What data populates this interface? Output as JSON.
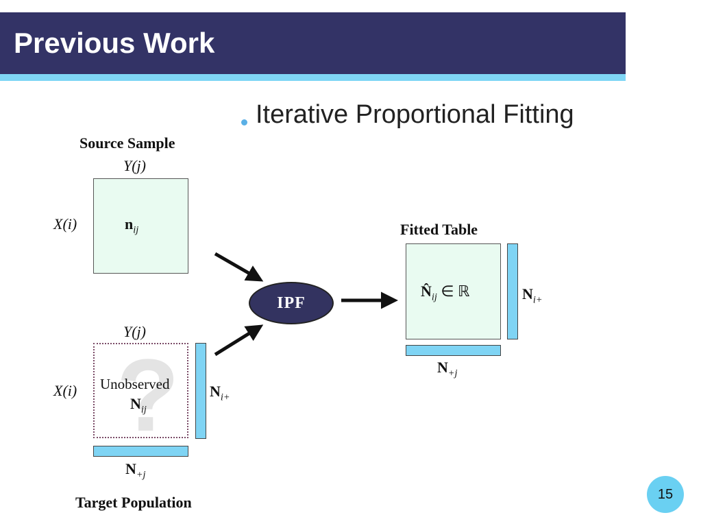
{
  "slide": {
    "title": "Previous Work",
    "bullet": "Iterative Proportional Fitting",
    "page_number": "15"
  },
  "diagram": {
    "source_sample": {
      "heading": "Source Sample",
      "col_label": "Y(j)",
      "row_label": "X(i)",
      "cell": "n",
      "cell_sub": "ij"
    },
    "target_population": {
      "heading": "Target Population",
      "col_label": "Y(j)",
      "row_label": "X(i)",
      "placeholder": "?",
      "unobserved": "Unobserved",
      "cell": "N",
      "cell_sub": "ij",
      "row_margin": "N",
      "row_margin_sub": "i+",
      "col_margin": "N",
      "col_margin_sub": "+j"
    },
    "ipf": "IPF",
    "fitted_table": {
      "heading": "Fitted Table",
      "cell": "N̂",
      "cell_sub": "ij",
      "cell_suffix": "∈ ℝ",
      "row_margin": "N",
      "row_margin_sub": "i+",
      "col_margin": "N",
      "col_margin_sub": "+j"
    },
    "colors": {
      "header_bg": "#333366",
      "header_accent": "#7fd6f5",
      "cell_fill": "#e9fbf1",
      "margin_bar": "#7fd4f4",
      "ipf_node": "#333360"
    }
  }
}
